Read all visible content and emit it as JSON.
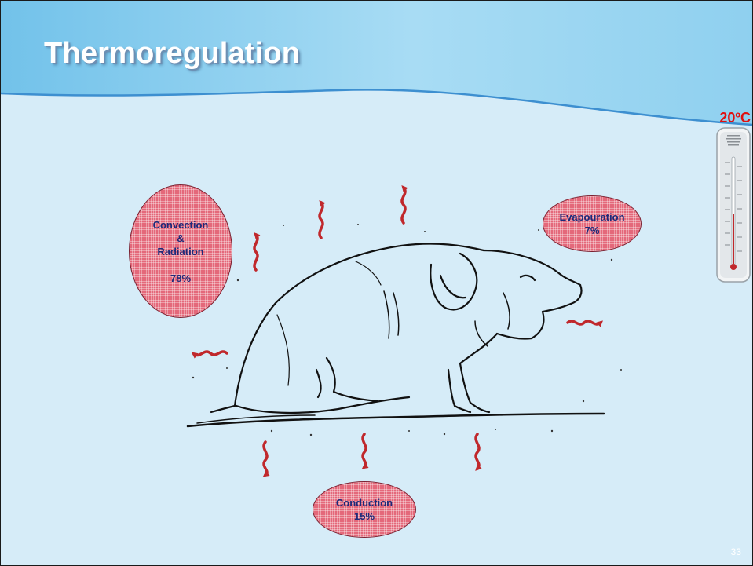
{
  "slide": {
    "title": "Thermoregulation",
    "temperature": "20ºC",
    "page_number": "33"
  },
  "heat_loss": {
    "convection_radiation": {
      "line1": "Convection",
      "line2": "&",
      "line3": "Radiation",
      "percent": "78%"
    },
    "evaporation": {
      "label": "Evapouration",
      "percent": "7%"
    },
    "conduction": {
      "label": "Conduction",
      "percent": "15%"
    }
  },
  "colors": {
    "background": "#d6ecf8",
    "header": "#8fd0ef",
    "bubble_fill": "#e4687a",
    "bubble_text": "#1c2a7a",
    "arrow": "#c0282c",
    "temperature_text": "#e01010"
  }
}
